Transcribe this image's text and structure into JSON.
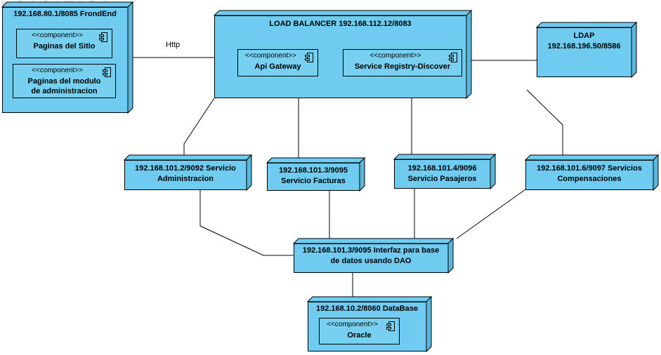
{
  "watermark": "Visual Paradigm Standard(Hio-Hoo(Sena))",
  "colors": {
    "node_fill": "#6fcbef",
    "node_side": "#5ab6dc",
    "component_fill": "#77d0f0",
    "stroke": "#000000"
  },
  "nodes": {
    "frontend": {
      "title": "192.168.80.1/8085 FrondEnd"
    },
    "loadbalancer": {
      "title": "LOAD BALANCER 192.168.112.12/8083"
    },
    "ldap": {
      "title": "LDAP\n192.168.196.50/8586"
    },
    "admin": {
      "title": "192.168.101.2/9092 Servicio\nAdministracion"
    },
    "facturas": {
      "title": "192.168.101.3/9095\nServicio Facturas"
    },
    "pasajeros": {
      "title": "192.168.101.4/9096\nServicio Pasajeros"
    },
    "compensaciones": {
      "title": "192.168.101.6/9097 Servicios\nCompensaciones"
    },
    "dao": {
      "title": "192.168.101.3/9095 Interfaz para base\nde datos usando DAO"
    },
    "database": {
      "title": "192.168.10.2/8060 DataBase"
    }
  },
  "components": {
    "paginas_sitio": {
      "stereotype": "<<component>>",
      "name": "Paginas del Sitio"
    },
    "paginas_admin": {
      "stereotype": "<<component>>",
      "name": "Paginas del modulo\nde administracion"
    },
    "api_gateway": {
      "stereotype": "<<component>>",
      "name": "Api Gateway"
    },
    "service_registry": {
      "stereotype": "<<component>>",
      "name": "Service Registry-Discover"
    },
    "oracle": {
      "stereotype": "<<component>>",
      "name": "Oracle"
    }
  },
  "edge_labels": {
    "http": "Http"
  }
}
